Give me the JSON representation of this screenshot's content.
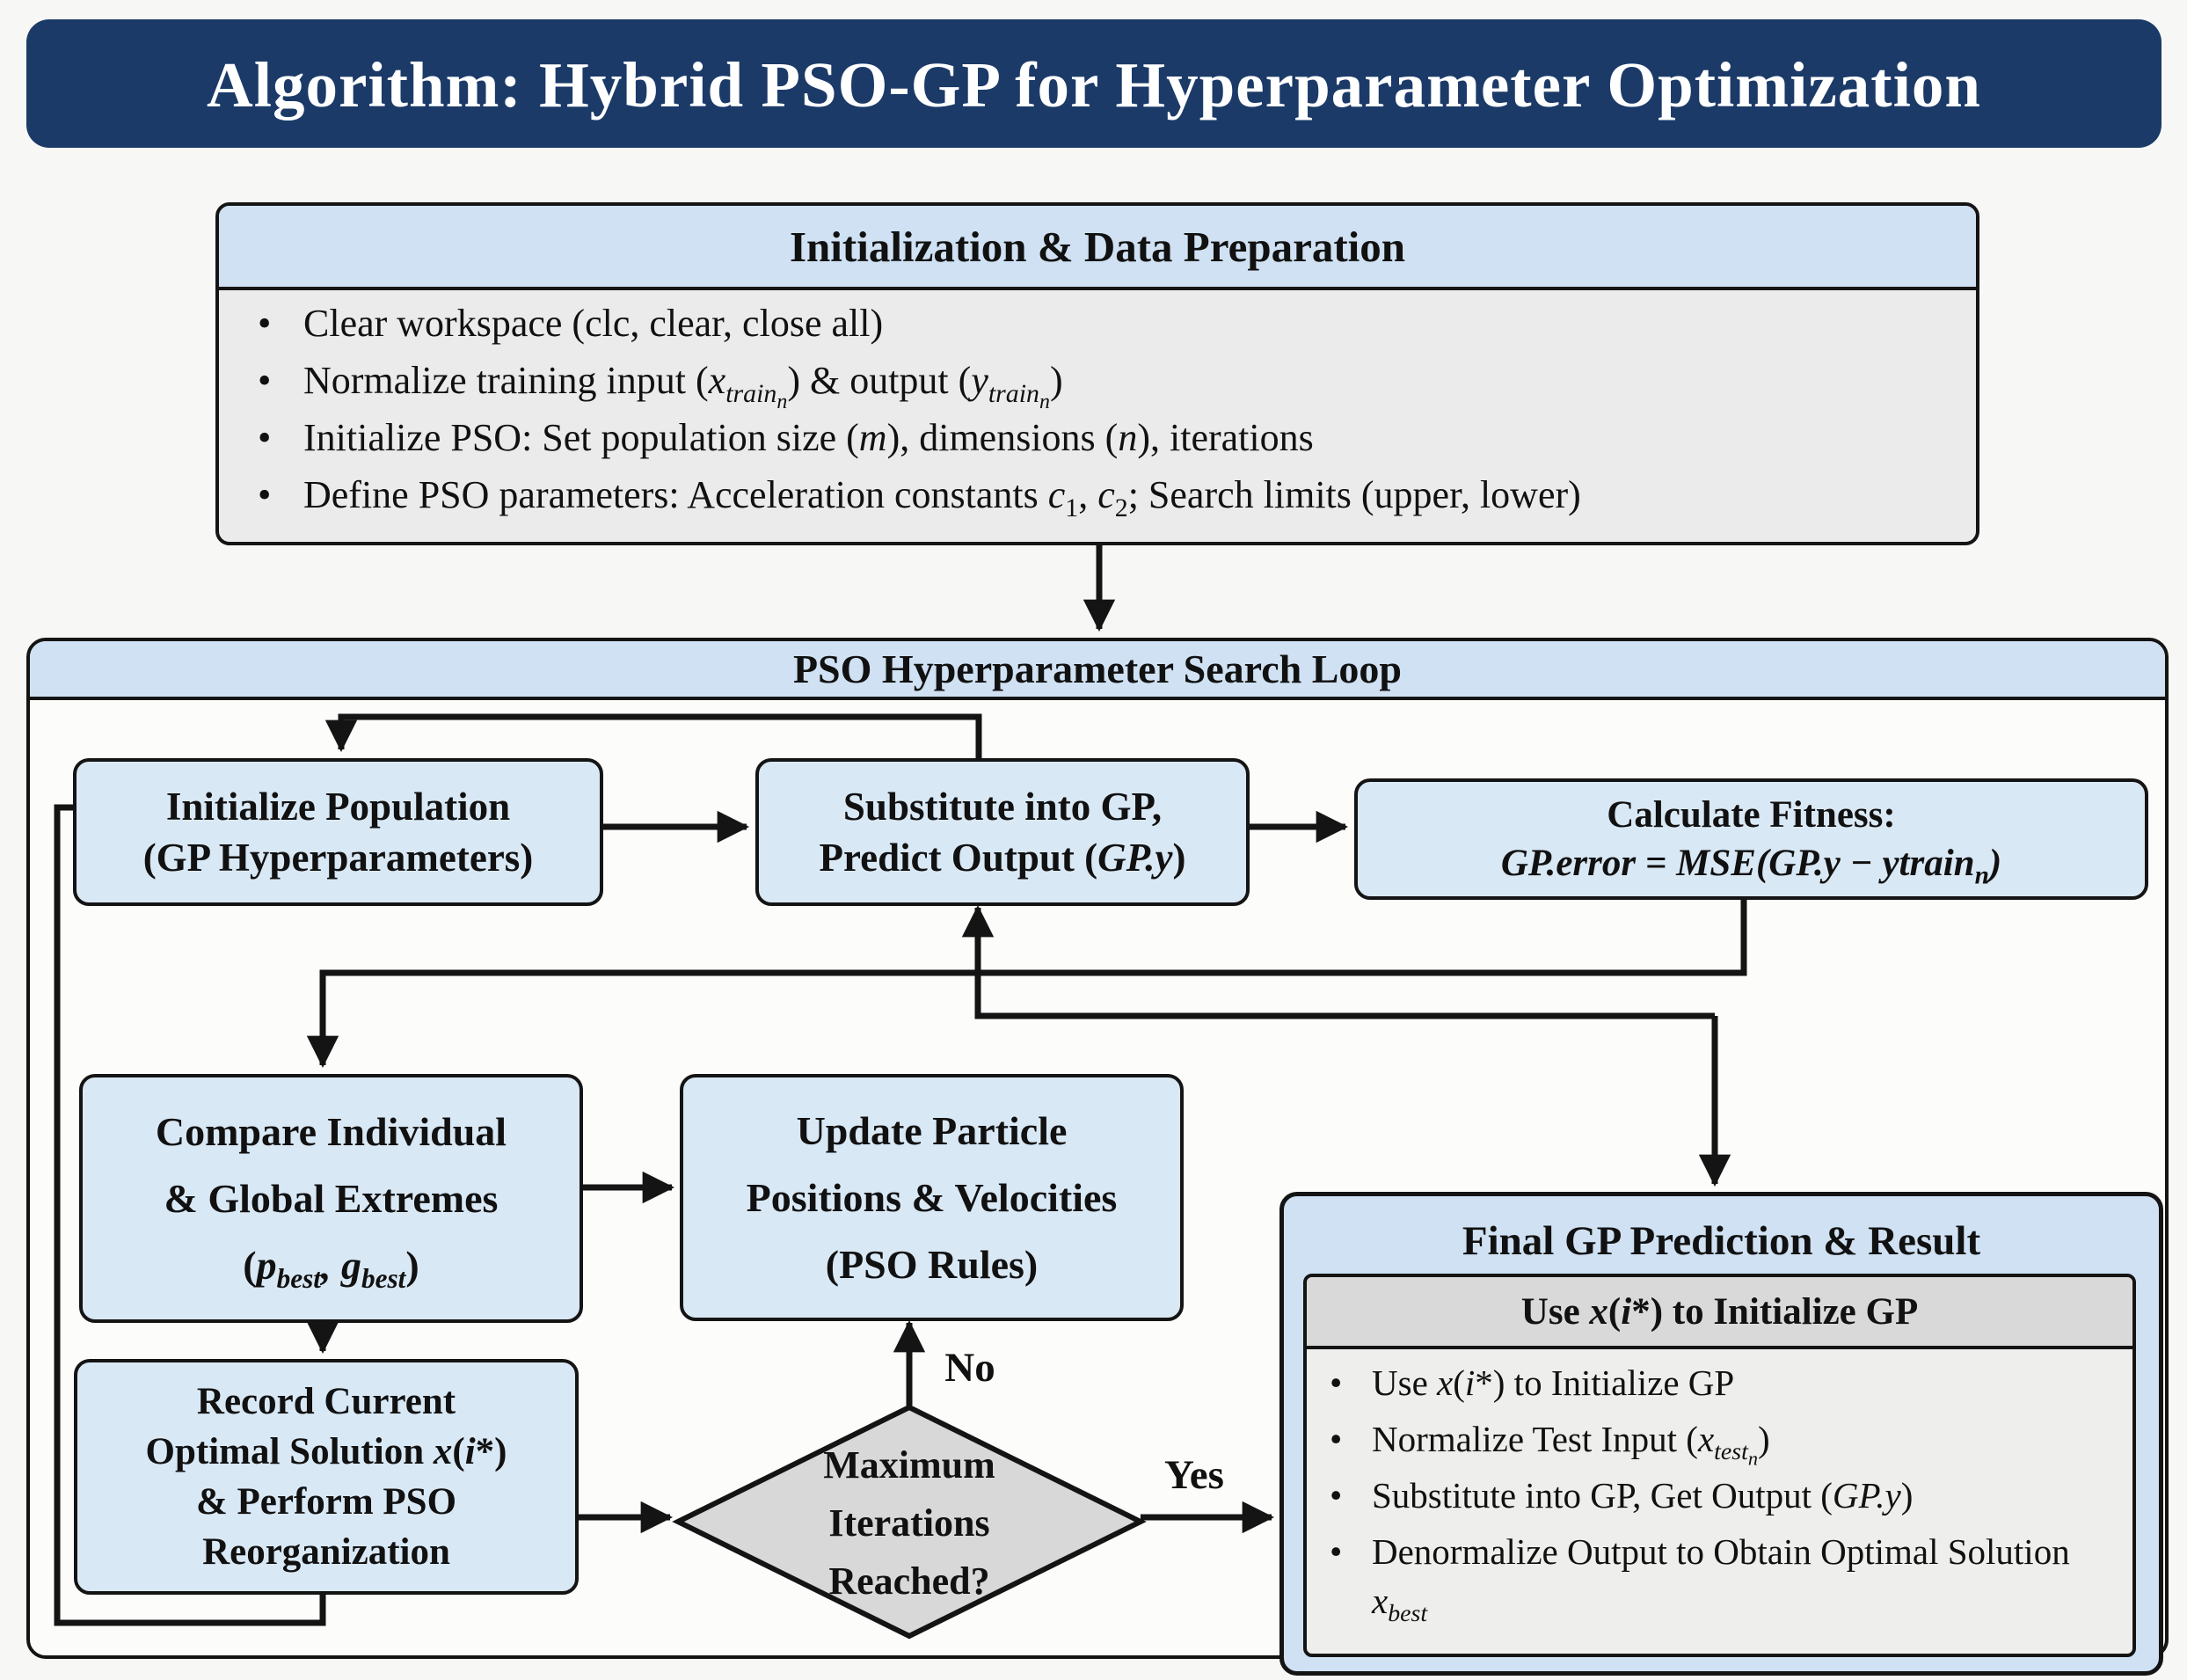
{
  "title_bar": {
    "text": "Algorithm: Hybrid PSO-GP for Hyperparameter Optimization"
  },
  "init_panel": {
    "header": "Initialization & Data Preparation",
    "bullets": [
      "Clear workspace (clc, clear, close all)",
      "Normalize training input (<i>x<sub>train<sub>n</sub></sub></i>) & output (<i>y<sub>train<sub>n</sub></sub></i>)",
      "Initialize PSO: Set population size (<i>m</i>), dimensions (<i>n</i>), iterations",
      "Define PSO parameters: Acceleration constants <i>c</i><sub>1</sub>, <i>c</i><sub>2</sub>; Search limits (upper, lower)"
    ]
  },
  "pso_panel": {
    "header": "PSO Hyperparameter Search Loop"
  },
  "nodes": {
    "init_population": {
      "line1": "Initialize Population",
      "line2": "(GP Hyperparameters)"
    },
    "substitute": {
      "line1": "Substitute into GP,",
      "line2": "Predict Output (<i>GP.y</i>)"
    },
    "fitness": {
      "line1": "Calculate Fitness:",
      "line2": "<i>GP.error = MSE(GP.y − ytrain<sub>n</sub>)</i>"
    },
    "compare": {
      "line1": "Compare Individual",
      "line2": "& Global Extremes",
      "line3": "(<i>p<sub>best</sub>, g<sub>best</sub></i>)"
    },
    "update": {
      "line1": "Update Particle",
      "line2": "Positions & Velocities",
      "line3": "(PSO Rules)"
    },
    "record": {
      "line1": "Record Current",
      "line2": "Optimal Solution <i>x</i>(<i>i</i>*)",
      "line3": "& Perform PSO",
      "line4": "Reorganization"
    }
  },
  "decision": {
    "line1": "Maximum",
    "line2": "Iterations",
    "line3": "Reached?",
    "no_label": "No",
    "yes_label": "Yes"
  },
  "final_panel": {
    "title": "Final GP Prediction & Result",
    "subheader": "Use <i>x</i>(<i>i</i>*) to Initialize GP",
    "bullets": [
      "Use <i>x</i>(<i>i</i>*) to Initialize GP",
      "Normalize Test Input (<i>x<sub>test<sub>n</sub></sub></i>)",
      "Substitute into GP, Get Output (<i>GP.y</i>)",
      "Denormalize Output to Obtain Optimal Solution <i>x<sub>best</sub></i>"
    ]
  },
  "colors": {
    "title_bar_bg": "#1b3a68",
    "title_text": "#ffffff",
    "panel_header_bg": "#cfe1f2",
    "node_fill": "#d9e8f5",
    "body_fill": "#ebebeb",
    "inner_header_bg": "#d9d9d9",
    "diamond_fill": "#d8d8d8",
    "line": "#141414"
  }
}
